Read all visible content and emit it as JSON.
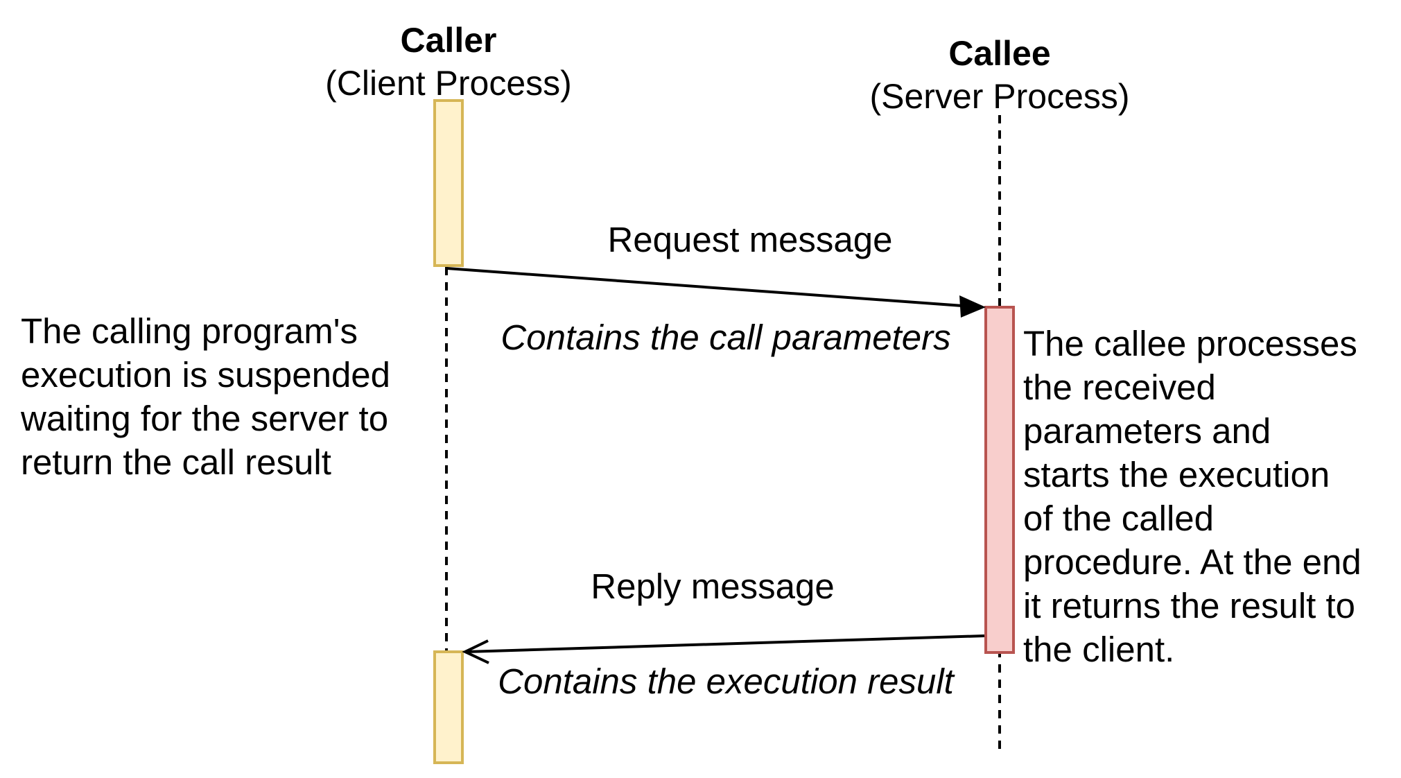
{
  "participants": {
    "caller": {
      "name": "Caller",
      "role": "(Client Process)",
      "activation_fill": "#fff2cc",
      "activation_stroke": "#d6b656"
    },
    "callee": {
      "name": "Callee",
      "role": "(Server Process)",
      "activation_fill": "#f8cecc",
      "activation_stroke": "#b85450"
    }
  },
  "messages": {
    "request": {
      "label": "Request message",
      "detail": "Contains the call parameters"
    },
    "reply": {
      "label": "Reply message",
      "detail": "Contains the execution result"
    }
  },
  "notes": {
    "caller": "The calling program's\nexecution is suspended\nwaiting for the server to\nreturn the call result",
    "callee": "The callee processes\nthe received\nparameters and\nstarts the execution\nof the called\nprocedure. At the end\nit returns the result to\nthe client."
  }
}
